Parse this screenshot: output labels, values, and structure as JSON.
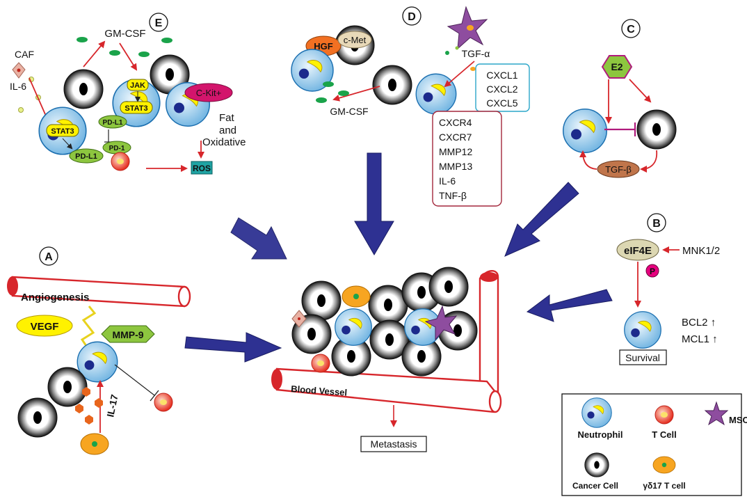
{
  "panels": {
    "A": {
      "letter": "A",
      "angiogenesis": "Angiogenesis",
      "vegf": "VEGF",
      "mmp9": "MMP-9",
      "il17": "IL-17"
    },
    "B": {
      "letter": "B",
      "eif4e": "eIF4E",
      "mnk": "MNK1/2",
      "p": "P",
      "bcl2": "BCL2 ↑",
      "mcl1": "MCL1 ↑",
      "survival": "Survival"
    },
    "C": {
      "letter": "C",
      "e2": "E2",
      "tgfb": "TGF-β"
    },
    "D": {
      "letter": "D",
      "hgf": "HGF",
      "cmet": "c-Met",
      "tgfa": "TGF-α",
      "gmcsf": "GM-CSF",
      "chemokines": [
        "CXCL1",
        "CXCL2",
        "CXCL5"
      ],
      "factors": [
        "CXCR4",
        "CXCR7",
        "MMP12",
        "MMP13",
        "IL-6",
        "TNF-β"
      ]
    },
    "E": {
      "letter": "E",
      "gmcsf": "GM-CSF",
      "caf": "CAF",
      "il6": "IL-6",
      "jak": "JAK",
      "stat3a": "STAT3",
      "stat3b": "STAT3",
      "pdl1a": "PD-L1",
      "pdl1b": "PD-L1",
      "pd1": "PD-1",
      "ckit": "C-Kit+",
      "fat1": "Fat",
      "fat2": "and",
      "fat3": "Oxidative",
      "ros": "ROS"
    }
  },
  "center": {
    "blood_vessel": "Blood Vessel",
    "metastasis": "Metastasis"
  },
  "legend": {
    "neutrophil": "Neutrophil",
    "tcell": "T Cell",
    "msc": "MSC",
    "cancer": "Cancer Cell",
    "gd17": "γδ17 T cell"
  },
  "colors": {
    "arrow_red": "#d7262b",
    "big_arrow": "#2e3192",
    "tgfb_fill": "#c0754b",
    "ros_fill": "#1fa3a3",
    "ckit_fill": "#d3156c",
    "e2_fill": "#8dc63f",
    "msc_fill": "#8e4d9f"
  }
}
